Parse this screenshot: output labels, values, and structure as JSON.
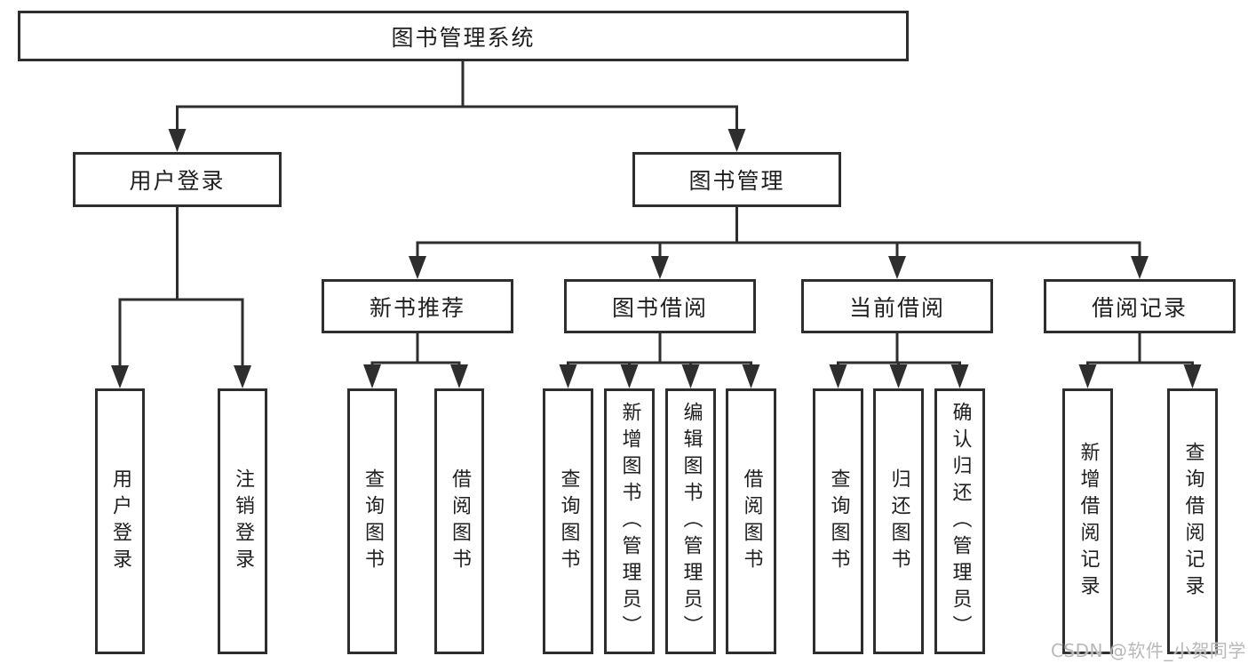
{
  "diagram": {
    "root": {
      "label": "图书管理系统"
    },
    "branches": [
      {
        "label": "用户登录",
        "leaves": [
          "用户登录",
          "注销登录"
        ]
      },
      {
        "label": "图书管理",
        "children": [
          {
            "label": "新书推荐",
            "leaves": [
              "查询图书",
              "借阅图书"
            ]
          },
          {
            "label": "图书借阅",
            "leaves": [
              "查询图书",
              "新增图书（管理员）",
              "编辑图书（管理员）",
              "借阅图书"
            ]
          },
          {
            "label": "当前借阅",
            "leaves": [
              "查询图书",
              "归还图书",
              "确认归还（管理员）"
            ]
          },
          {
            "label": "借阅记录",
            "leaves": [
              "新增借阅记录",
              "查询借阅记录"
            ]
          }
        ]
      }
    ]
  },
  "colors": {
    "line": "#2e2e2e",
    "text": "#1f1f1f",
    "watermark": "#b8b8b8"
  },
  "watermark": {
    "text": "CSDN @软件_小贺同学"
  }
}
